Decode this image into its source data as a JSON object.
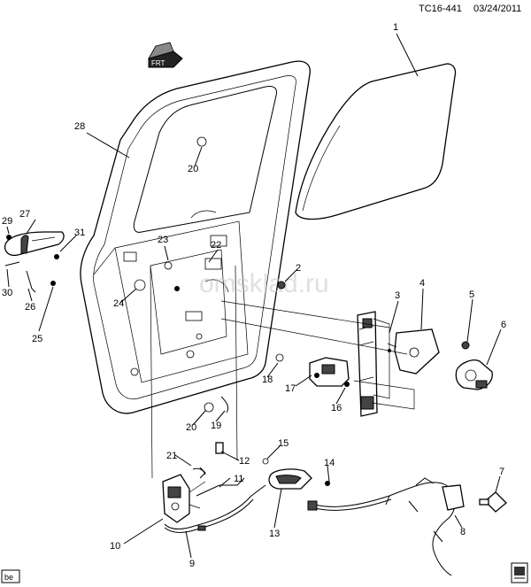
{
  "header": {
    "diagram_id": "TC16-441",
    "date": "03/24/2011"
  },
  "watermark": "omsklad.ru",
  "badges": {
    "front_arrow": "FRT",
    "corner_left": "be",
    "corner_right_icon": "booklet-icon"
  },
  "callouts": [
    {
      "id": "c1",
      "label": "1"
    },
    {
      "id": "c2",
      "label": "2"
    },
    {
      "id": "c3",
      "label": "3"
    },
    {
      "id": "c4",
      "label": "4"
    },
    {
      "id": "c5",
      "label": "5"
    },
    {
      "id": "c6",
      "label": "6"
    },
    {
      "id": "c7",
      "label": "7"
    },
    {
      "id": "c8",
      "label": "8"
    },
    {
      "id": "c9",
      "label": "9"
    },
    {
      "id": "c10",
      "label": "10"
    },
    {
      "id": "c11",
      "label": "11"
    },
    {
      "id": "c12",
      "label": "12"
    },
    {
      "id": "c13",
      "label": "13"
    },
    {
      "id": "c14",
      "label": "14"
    },
    {
      "id": "c15",
      "label": "15"
    },
    {
      "id": "c16",
      "label": "16"
    },
    {
      "id": "c17",
      "label": "17"
    },
    {
      "id": "c18",
      "label": "18"
    },
    {
      "id": "c19",
      "label": "19"
    },
    {
      "id": "c20a",
      "label": "20"
    },
    {
      "id": "c20b",
      "label": "20"
    },
    {
      "id": "c21",
      "label": "21"
    },
    {
      "id": "c22",
      "label": "22"
    },
    {
      "id": "c23",
      "label": "23"
    },
    {
      "id": "c24",
      "label": "24"
    },
    {
      "id": "c25",
      "label": "25"
    },
    {
      "id": "c26",
      "label": "26"
    },
    {
      "id": "c27",
      "label": "27"
    },
    {
      "id": "c28",
      "label": "28"
    },
    {
      "id": "c29",
      "label": "29"
    },
    {
      "id": "c30",
      "label": "30"
    },
    {
      "id": "c31",
      "label": "31"
    }
  ]
}
